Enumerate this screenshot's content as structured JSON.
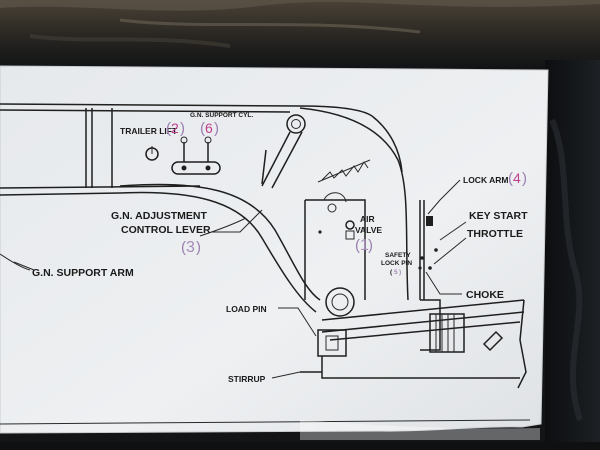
{
  "labels": {
    "trailer_lift": "TRAILER LIFT",
    "trailer_lift_num": "2",
    "gn_support_cyl": "G.N. SUPPORT CYL.",
    "gn_support_cyl_num": "6",
    "gn_adjustment_line1": "G.N. ADJUSTMENT",
    "gn_adjustment_line2": "CONTROL LEVER",
    "gn_adjustment_num": "3",
    "gn_support_arm": "G.N. SUPPORT ARM",
    "air_line1": "AIR",
    "air_line2": "VALVE",
    "air_num": "1",
    "lock_arm": "LOCK ARM",
    "lock_arm_num": "4",
    "key_start": "KEY START",
    "throttle": "THROTTLE",
    "safety_line1": "SAFETY",
    "safety_line2": "LOCK PIN",
    "safety_num": "5",
    "choke": "CHOKE",
    "load_pin": "LOAD PIN",
    "stirrup": "STIRRUP"
  },
  "colors": {
    "placard": "#eceef0",
    "line": "#1f1f1f",
    "number_pink": "#c0408f",
    "number_lavender": "#a78ab8",
    "metal": "#15171a"
  }
}
